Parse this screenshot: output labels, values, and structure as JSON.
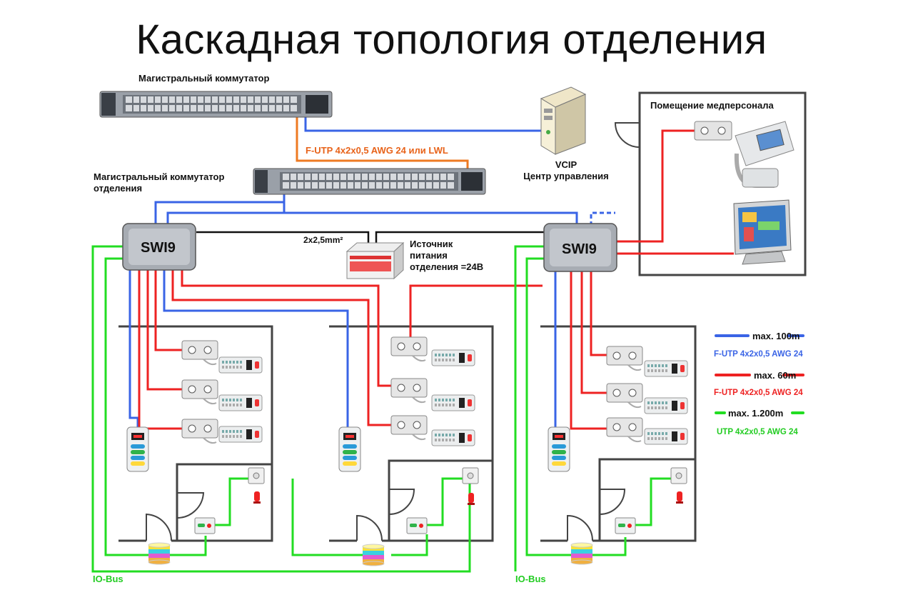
{
  "title": "Каскадная топология отделения",
  "labels": {
    "core_switch": "Магистральный коммутатор",
    "dept_switch_line1": "Магистральный коммутатор",
    "dept_switch_line2": "отделения",
    "uplink_cable": "F-UTP 4x2x0,5 AWG 24 или LWL",
    "server_line1": "VCIP",
    "server_line2": "Центр управления",
    "staff_room": "Помещение медперсонала",
    "power_cable": "2x2,5mm²",
    "psu_line1": "Источник",
    "psu_line2": "питания",
    "psu_line3": "отделения =24В",
    "swi_left": "SWI9",
    "swi_right": "SWI9",
    "iobus_left": "IO-Bus",
    "iobus_right": "IO-Bus"
  },
  "legend": [
    {
      "distance": "max. 100m",
      "cable": "F-UTP 4x2x0,5 AWG 24",
      "color": "#3a64e6"
    },
    {
      "distance": "max. 60m",
      "cable": "F-UTP 4x2x0,5 AWG 24",
      "color": "#ee2222"
    },
    {
      "distance": "max. 1.200m",
      "cable": "UTP 4x2x0,5 AWG 24",
      "color": "#22dd22"
    }
  ],
  "colors": {
    "ethernet": "#3a64e6",
    "power_bus": "#ee2222",
    "io_bus": "#22dd22",
    "uplink": "#ee7a22",
    "wall": "#444444"
  }
}
